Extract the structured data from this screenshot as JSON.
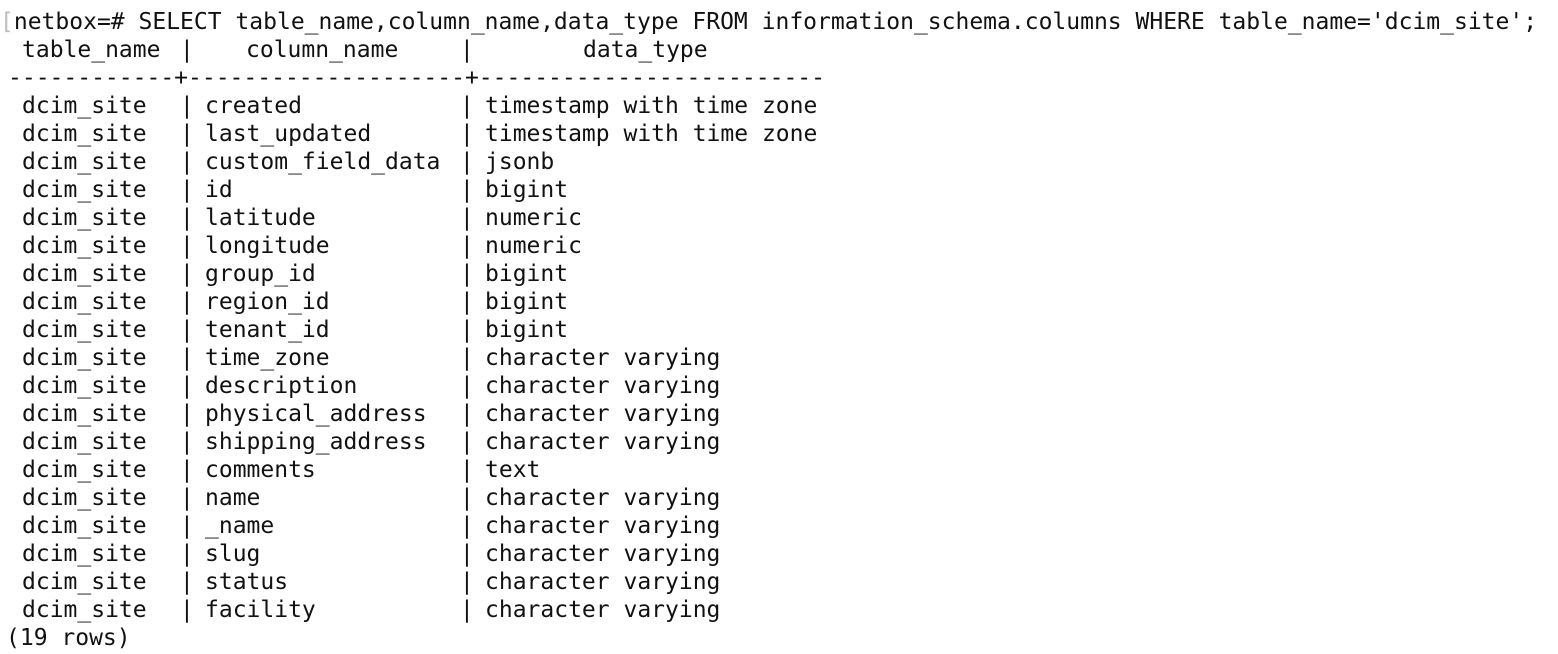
{
  "terminal": {
    "prompt_bracket": "[",
    "prompt": "netbox=#",
    "command": "SELECT table_name,column_name,data_type FROM information_schema.columns WHERE table_name='dcim_site';",
    "separator": "|",
    "headers": {
      "table_name": "table_name",
      "column_name": "column_name",
      "data_type": "data_type"
    },
    "divider": "------------+--------------------+-------------------------",
    "rows": [
      {
        "table_name": "dcim_site",
        "column_name": "created",
        "data_type": "timestamp with time zone"
      },
      {
        "table_name": "dcim_site",
        "column_name": "last_updated",
        "data_type": "timestamp with time zone"
      },
      {
        "table_name": "dcim_site",
        "column_name": "custom_field_data",
        "data_type": "jsonb"
      },
      {
        "table_name": "dcim_site",
        "column_name": "id",
        "data_type": "bigint"
      },
      {
        "table_name": "dcim_site",
        "column_name": "latitude",
        "data_type": "numeric"
      },
      {
        "table_name": "dcim_site",
        "column_name": "longitude",
        "data_type": "numeric"
      },
      {
        "table_name": "dcim_site",
        "column_name": "group_id",
        "data_type": "bigint"
      },
      {
        "table_name": "dcim_site",
        "column_name": "region_id",
        "data_type": "bigint"
      },
      {
        "table_name": "dcim_site",
        "column_name": "tenant_id",
        "data_type": "bigint"
      },
      {
        "table_name": "dcim_site",
        "column_name": "time_zone",
        "data_type": "character varying"
      },
      {
        "table_name": "dcim_site",
        "column_name": "description",
        "data_type": "character varying"
      },
      {
        "table_name": "dcim_site",
        "column_name": "physical_address",
        "data_type": "character varying"
      },
      {
        "table_name": "dcim_site",
        "column_name": "shipping_address",
        "data_type": "character varying"
      },
      {
        "table_name": "dcim_site",
        "column_name": "comments",
        "data_type": "text"
      },
      {
        "table_name": "dcim_site",
        "column_name": "name",
        "data_type": "character varying"
      },
      {
        "table_name": "dcim_site",
        "column_name": "_name",
        "data_type": "character varying"
      },
      {
        "table_name": "dcim_site",
        "column_name": "slug",
        "data_type": "character varying"
      },
      {
        "table_name": "dcim_site",
        "column_name": "status",
        "data_type": "character varying"
      },
      {
        "table_name": "dcim_site",
        "column_name": "facility",
        "data_type": "character varying"
      }
    ],
    "footer": "(19 rows)"
  }
}
